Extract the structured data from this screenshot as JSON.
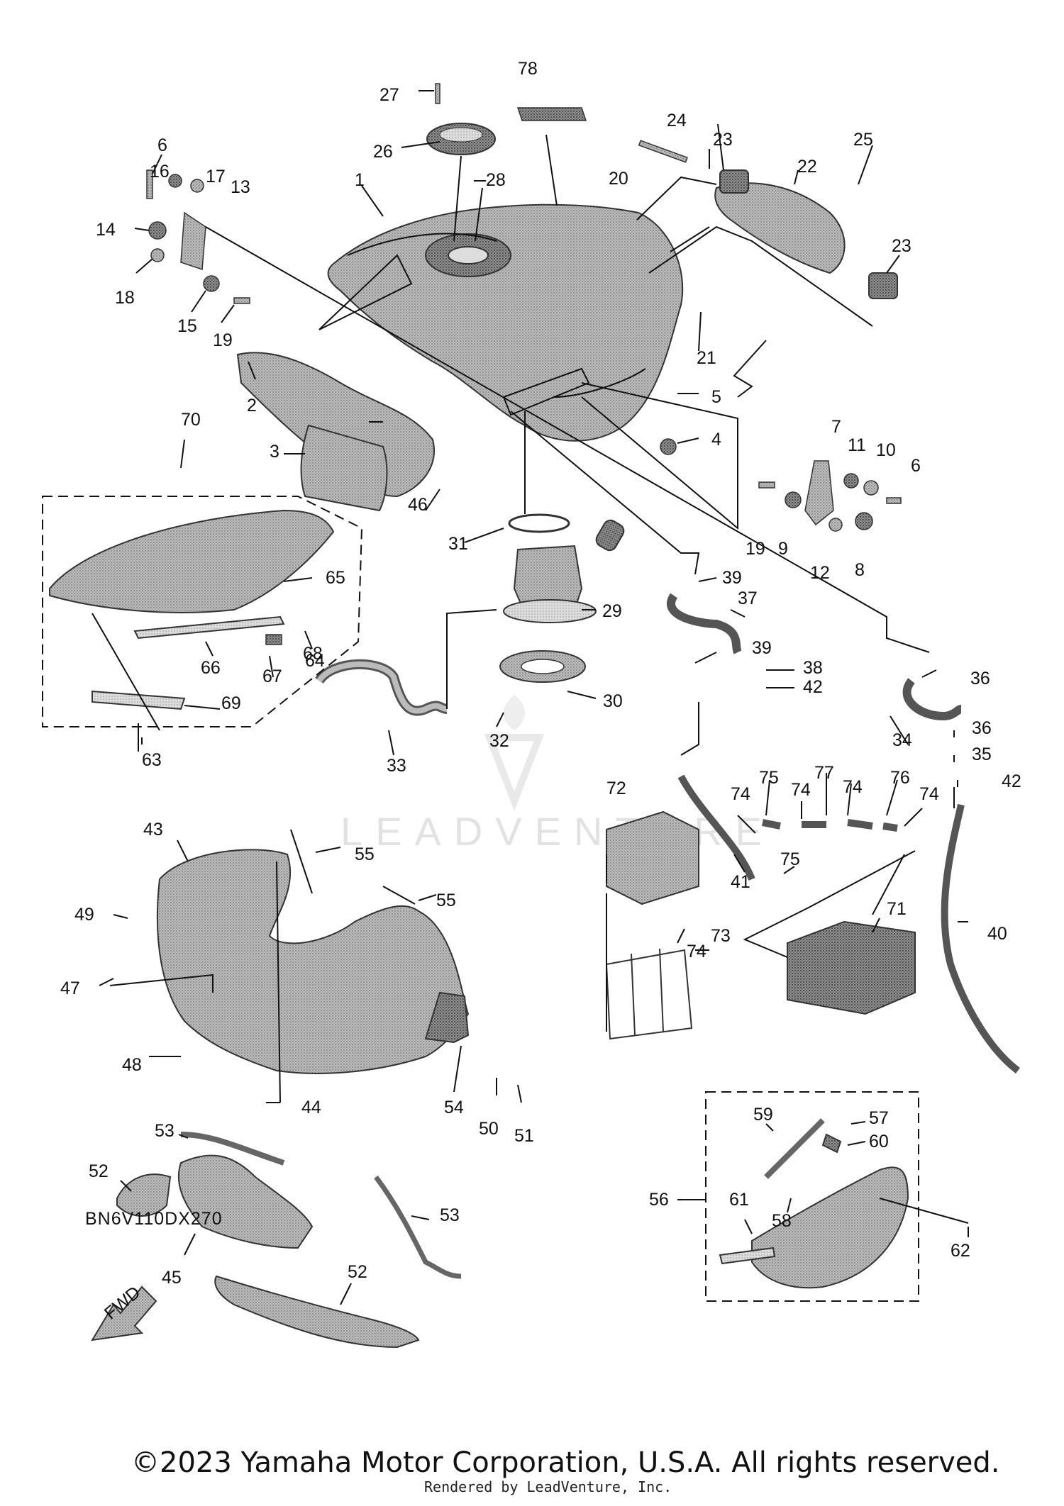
{
  "diagram": {
    "code": "BN6V110DX270",
    "fwd_label": "FWD",
    "watermark": "LEADVENTURE",
    "copyright": "©2023 Yamaha Motor Corporation, U.S.A. All rights reserved.",
    "rendered_by": "Rendered by LeadVenture, Inc.",
    "callouts": [
      {
        "id": "c1",
        "text": "1"
      },
      {
        "id": "c2",
        "text": "2"
      },
      {
        "id": "c3",
        "text": "3"
      },
      {
        "id": "c4",
        "text": "4"
      },
      {
        "id": "c5",
        "text": "5"
      },
      {
        "id": "c6a",
        "text": "6"
      },
      {
        "id": "c6b",
        "text": "6"
      },
      {
        "id": "c7",
        "text": "7"
      },
      {
        "id": "c8",
        "text": "8"
      },
      {
        "id": "c9",
        "text": "9"
      },
      {
        "id": "c10",
        "text": "10"
      },
      {
        "id": "c11",
        "text": "11"
      },
      {
        "id": "c12",
        "text": "12"
      },
      {
        "id": "c13",
        "text": "13"
      },
      {
        "id": "c14",
        "text": "14"
      },
      {
        "id": "c15",
        "text": "15"
      },
      {
        "id": "c16",
        "text": "16"
      },
      {
        "id": "c17",
        "text": "17"
      },
      {
        "id": "c18",
        "text": "18"
      },
      {
        "id": "c19a",
        "text": "19"
      },
      {
        "id": "c19b",
        "text": "19"
      },
      {
        "id": "c20",
        "text": "20"
      },
      {
        "id": "c21",
        "text": "21"
      },
      {
        "id": "c22",
        "text": "22"
      },
      {
        "id": "c23a",
        "text": "23"
      },
      {
        "id": "c23b",
        "text": "23"
      },
      {
        "id": "c24",
        "text": "24"
      },
      {
        "id": "c25",
        "text": "25"
      },
      {
        "id": "c26",
        "text": "26"
      },
      {
        "id": "c27",
        "text": "27"
      },
      {
        "id": "c28",
        "text": "28"
      },
      {
        "id": "c29",
        "text": "29"
      },
      {
        "id": "c30",
        "text": "30"
      },
      {
        "id": "c31",
        "text": "31"
      },
      {
        "id": "c32",
        "text": "32"
      },
      {
        "id": "c33",
        "text": "33"
      },
      {
        "id": "c34",
        "text": "34"
      },
      {
        "id": "c35",
        "text": "35"
      },
      {
        "id": "c36a",
        "text": "36"
      },
      {
        "id": "c36b",
        "text": "36"
      },
      {
        "id": "c37",
        "text": "37"
      },
      {
        "id": "c38",
        "text": "38"
      },
      {
        "id": "c39a",
        "text": "39"
      },
      {
        "id": "c39b",
        "text": "39"
      },
      {
        "id": "c40",
        "text": "40"
      },
      {
        "id": "c41",
        "text": "41"
      },
      {
        "id": "c42a",
        "text": "42"
      },
      {
        "id": "c42b",
        "text": "42"
      },
      {
        "id": "c43",
        "text": "43"
      },
      {
        "id": "c44",
        "text": "44"
      },
      {
        "id": "c45",
        "text": "45"
      },
      {
        "id": "c46",
        "text": "46"
      },
      {
        "id": "c47",
        "text": "47"
      },
      {
        "id": "c48",
        "text": "48"
      },
      {
        "id": "c49",
        "text": "49"
      },
      {
        "id": "c50",
        "text": "50"
      },
      {
        "id": "c51",
        "text": "51"
      },
      {
        "id": "c52a",
        "text": "52"
      },
      {
        "id": "c52b",
        "text": "52"
      },
      {
        "id": "c53a",
        "text": "53"
      },
      {
        "id": "c53b",
        "text": "53"
      },
      {
        "id": "c54",
        "text": "54"
      },
      {
        "id": "c55a",
        "text": "55"
      },
      {
        "id": "c55b",
        "text": "55"
      },
      {
        "id": "c56",
        "text": "56"
      },
      {
        "id": "c57",
        "text": "57"
      },
      {
        "id": "c58",
        "text": "58"
      },
      {
        "id": "c59",
        "text": "59"
      },
      {
        "id": "c60",
        "text": "60"
      },
      {
        "id": "c61",
        "text": "61"
      },
      {
        "id": "c62",
        "text": "62"
      },
      {
        "id": "c63",
        "text": "63"
      },
      {
        "id": "c64",
        "text": "64"
      },
      {
        "id": "c65",
        "text": "65"
      },
      {
        "id": "c66",
        "text": "66"
      },
      {
        "id": "c67",
        "text": "67"
      },
      {
        "id": "c68",
        "text": "68"
      },
      {
        "id": "c69",
        "text": "69"
      },
      {
        "id": "c70",
        "text": "70"
      },
      {
        "id": "c71",
        "text": "71"
      },
      {
        "id": "c72",
        "text": "72"
      },
      {
        "id": "c73",
        "text": "73"
      },
      {
        "id": "c74a",
        "text": "74"
      },
      {
        "id": "c74b",
        "text": "74"
      },
      {
        "id": "c74c",
        "text": "74"
      },
      {
        "id": "c74d",
        "text": "74"
      },
      {
        "id": "c74e",
        "text": "74"
      },
      {
        "id": "c75a",
        "text": "75"
      },
      {
        "id": "c75b",
        "text": "75"
      },
      {
        "id": "c76",
        "text": "76"
      },
      {
        "id": "c77",
        "text": "77"
      },
      {
        "id": "c78",
        "text": "78"
      }
    ]
  }
}
